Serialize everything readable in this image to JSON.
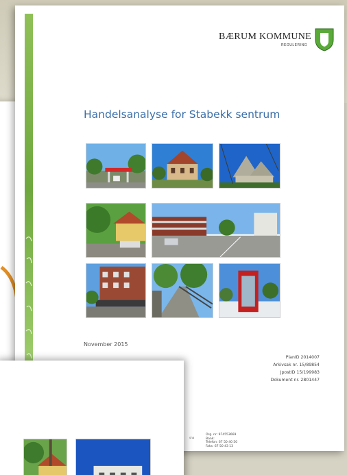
{
  "logo": {
    "name": "BÆRUM KOMMUNE",
    "subtitle": "REGULERING"
  },
  "cover": {
    "title": "Handelsanalyse for Stabekk sentrum",
    "date": "November 2015",
    "meta": [
      "PlanID 2014007",
      "Arkivsak nr. 15/89854",
      "JpostID 15/199983",
      "Dokument nr. 2801447"
    ]
  },
  "contact": {
    "left_fragment": "sna",
    "lines": [
      "Org. nr: 974553669",
      "Bank:",
      "Telefon: 67 50 40 50",
      "Faks: 67 50 43 13"
    ]
  },
  "colors": {
    "title_blue": "#3a6ea8",
    "strip_green": "#6fa83e",
    "shield_green": "#5aaa3a"
  },
  "icons": {
    "shield": "kommune-shield-icon"
  }
}
